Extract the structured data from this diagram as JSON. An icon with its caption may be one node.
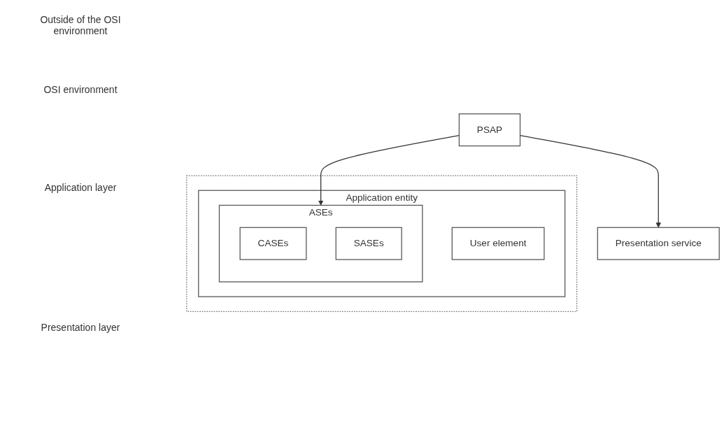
{
  "diagram": {
    "nodes": [
      {
        "text": [],
        "shape": "box"
      },
      {
        "text": [
          "Application entity"
        ],
        "in": 0
      },
      {
        "text": [
          "User element"
        ],
        "in": 1
      },
      {
        "text": [
          "ASEs"
        ],
        "in": 1
      },
      {
        "text": [
          "CASEs"
        ],
        "in": 3
      },
      {
        "text": [
          "SASEs"
        ],
        "in": 3
      },
      {
        "text": [
          "PSAP"
        ]
      },
      {
        "text": [
          "Presentation service"
        ]
      }
    ],
    "edges": [
      {
        "from": 6,
        "to": 3,
        "arrow": "to"
      },
      {
        "from": 6,
        "to": 7,
        "arrow": "to"
      }
    ],
    "labels": [
      "Outside of the OSI environment",
      "OSI environment",
      "Application layer",
      "Presentation layer"
    ]
  }
}
